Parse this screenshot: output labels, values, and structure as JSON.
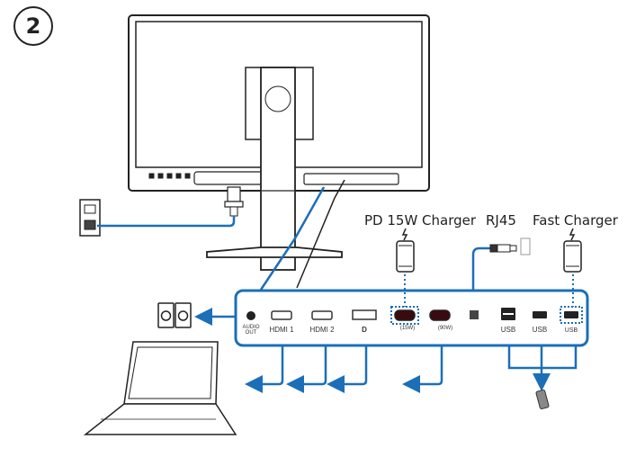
{
  "step_number": "2",
  "accent_color": "#1b6fb8",
  "labels": {
    "pd_charger": "PD 15W Charger",
    "rj45": "RJ45",
    "fast_charger": "Fast Charger"
  },
  "ports": [
    {
      "id": "audio-out",
      "label_line1": "AUDIO",
      "label_line2": "OUT"
    },
    {
      "id": "hdmi1",
      "label": "HDMI 1"
    },
    {
      "id": "hdmi2",
      "label": "HDMI 2"
    },
    {
      "id": "displayport",
      "label": "D"
    },
    {
      "id": "usbc-15w",
      "label": "(15W)"
    },
    {
      "id": "usbc-90w",
      "label": "(90W)"
    },
    {
      "id": "rj45",
      "label": ""
    },
    {
      "id": "usb-a-1",
      "label": "USB"
    },
    {
      "id": "usb-a-2",
      "label": "USB"
    },
    {
      "id": "usb-a-fast",
      "label": "USB"
    }
  ],
  "devices": [
    "speakers",
    "laptop",
    "power-outlet",
    "smartphone-pd",
    "smartphone-fast",
    "ethernet-wall-jack",
    "usb-flash-drive",
    "monitor"
  ]
}
